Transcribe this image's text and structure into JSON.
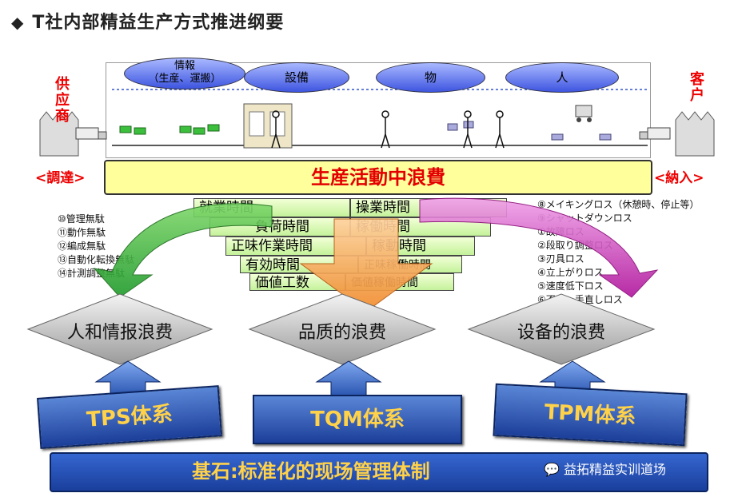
{
  "title": "T社内部精益生产方式推进纲要",
  "process": {
    "supplier": [
      "供",
      "应",
      "商"
    ],
    "customer": [
      "客",
      "户"
    ],
    "procure": "<調達>",
    "deliver": "<納入>",
    "bubbles": [
      "情報",
      "（生産、運搬）",
      "設備",
      "物",
      "人"
    ]
  },
  "waste_bar": "生産活動中浪費",
  "time_boxes": [
    "就業時間",
    "操業時間",
    "負荷時間",
    "稼働時間",
    "正味作業時間",
    "稼動時間",
    "有効時間",
    "正味稼働時間",
    "価値工数",
    "価値稼働時間"
  ],
  "left_list": [
    "⑩管理無駄",
    "⑪動作無駄",
    "⑫編成無駄",
    "⑬自動化転換無駄",
    "⑭計測調整無駄"
  ],
  "right_list": [
    "⑧メイキングロス（休憩時、停止等）",
    "⑨シャットダウンロス",
    "①故障ロス",
    "②段取り調整ロス",
    "③刃具ロス",
    "④立上がりロス",
    "⑤速度低下ロス",
    "⑥不良・手直しロス"
  ],
  "diamonds": [
    "人和情报浪费",
    "品质的浪费",
    "设备的浪费"
  ],
  "systems": [
    "TPS体系",
    "TQM体系",
    "TPM体系"
  ],
  "foundation": "基石:标准化的现场管理体制",
  "watermark": "益拓精益实训道场",
  "colors": {
    "accent_red": "#e30000",
    "system_blue": "#1c3f9a",
    "gold": "#ffd24a"
  }
}
